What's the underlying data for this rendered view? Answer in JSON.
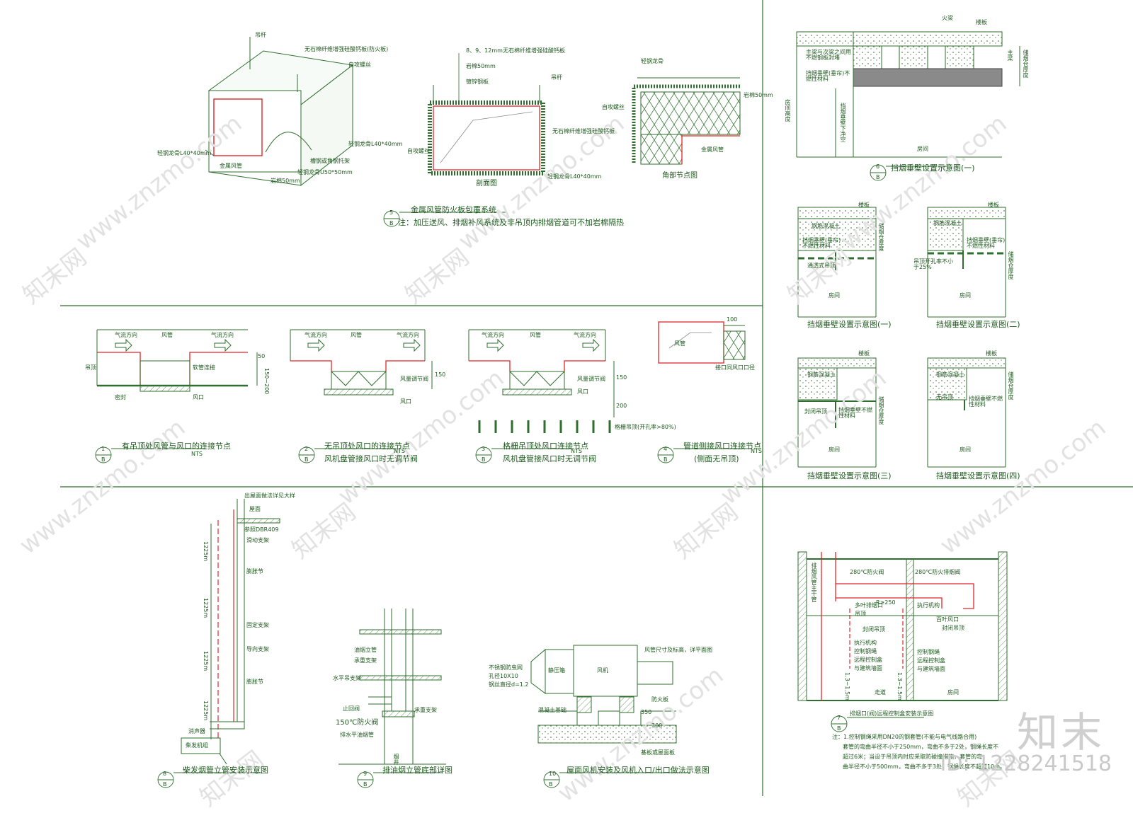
{
  "colors": {
    "line": "#2e6e2e",
    "accent": "#e0262b",
    "hatch": "#5a8a5a",
    "watermark": "#e0e0e0"
  },
  "d5": {
    "labels": [
      "吊杆",
      "无石棉纤维增强硅酸钙板(防火板)",
      "自攻螺丝",
      "轻钢龙骨L40*40mm",
      "轻钢龙骨L40*40mm",
      "金属风管",
      "槽钢或角钢托架",
      "轻钢龙骨U50*50mm",
      "岩棉50mm"
    ],
    "sect_labels": [
      "8、9、12mm无石棉纤维增强硅酸钙板",
      "岩棉50mm",
      "镀锌钢板",
      "吊杆",
      "自攻螺丝",
      "轻钢龙骨L40*40mm"
    ],
    "sect_title": "剖面图",
    "corner_labels": [
      "轻钢龙骨",
      "岩棉50mm",
      "自攻螺丝",
      "无石棉纤维增强硅酸钙板",
      "金属风管"
    ],
    "corner_title": "角部节点图",
    "num": "5",
    "sheet": "B",
    "title": "金属风管防火板包覆系统",
    "note": "注：加压送风、排烟补风系统及非吊顶内排烟管道可不加岩棉隔热"
  },
  "d6": {
    "labels": [
      "火梁",
      "楼板",
      "主梁与次梁之间用不燃钢板封堵",
      "挡烟垂壁(垂帘)不燃性材料",
      "房间高度",
      "挡烟垂壁下净空",
      "主梁",
      "储烟仓厚度",
      "房间"
    ],
    "num": "6",
    "sheet": "B",
    "title": "挡烟垂壁设置示意图(一)"
  },
  "smoke_small": [
    {
      "labels": [
        "楼板",
        "钢筋混凝土",
        "挡烟垂壁(垂帘)不燃性材料",
        "通透式吊顶",
        "储烟仓厚度",
        "房间"
      ],
      "title": "挡烟垂壁设置示意图(一)"
    },
    {
      "labels": [
        "楼板",
        "钢筋混凝土",
        "挡烟垂壁(垂帘)不燃性材料",
        "吊顶开孔率不小于25%",
        "储烟仓厚度",
        "房间"
      ],
      "title": "挡烟垂壁设置示意图(二)"
    },
    {
      "labels": [
        "楼板",
        "钢筋混凝土",
        "封闭吊顶",
        "挡烟垂壁不燃性材料",
        "储烟仓厚度",
        "房间"
      ],
      "title": "挡烟垂壁设置示意图(三)"
    },
    {
      "labels": [
        "楼板",
        "钢筋混凝土",
        "无吊顶",
        "挡烟垂壁不燃性材料",
        "储烟仓厚度",
        "房间"
      ],
      "title": "挡烟垂壁设置示意图(四)"
    }
  ],
  "d1": {
    "labels": [
      "气流方向",
      "风管",
      "气流方向",
      "吊顶",
      "软管连接",
      "密封",
      "风口",
      "50",
      "150~200"
    ],
    "num": "1",
    "sheet": "B",
    "title": "有吊顶处风管与风口的连接节点",
    "nts": "NTS"
  },
  "d2": {
    "labels": [
      "气流方向",
      "风管",
      "气流方向",
      "风量调节阀",
      "风口",
      "150"
    ],
    "num": "2",
    "sheet": "B",
    "title": "无吊顶处风口的连接节点",
    "title2": "风机盘管接风口时无调节阀",
    "nts": "NTS"
  },
  "d3": {
    "labels": [
      "气流方向",
      "风管",
      "气流方向",
      "风量调节阀",
      "风口",
      "150",
      "200",
      "格栅吊顶(开孔率>80%)"
    ],
    "num": "3",
    "sheet": "B",
    "title": "格栅吊顶处风口连接节点",
    "title2": "风机盘管接风口时无调节阀",
    "nts": "NTS"
  },
  "d4": {
    "labels": [
      "100",
      "风管",
      "接口同风口口径"
    ],
    "num": "4",
    "sheet": "B",
    "title": "管道侧接风口连接节点",
    "title2": "(侧面无吊顶)",
    "nts": "NTS"
  },
  "d8": {
    "labels": [
      "出屋面做法详见大样",
      "屋面",
      "参照DBR409",
      "滑动支架",
      "膨胀节",
      "固定支架",
      "导向支架",
      "膨胀节",
      "1225m",
      "1225m",
      "1225m",
      "1225m",
      "消声器",
      "柴发机组"
    ],
    "num": "8",
    "sheet": "B",
    "title": "柴发烟管立管安装示意图"
  },
  "d9": {
    "labels": [
      "油烟立管",
      "承重支架",
      "水平吊支架",
      "止回阀",
      "150℃防火阀",
      "排水平油烟管",
      "烟井",
      "承重支架"
    ],
    "num": "9",
    "sheet": "B",
    "title": "排油烟立管底部详图"
  },
  "d10": {
    "labels": [
      "风管尺寸及标高，详平面图",
      "不锈钢防虫网",
      "孔径10X10",
      "钢丝直径d=1.2",
      "静压箱",
      "风机",
      "防火板",
      "混凝土基础",
      "350",
      "300",
      "基板或屋面板"
    ],
    "num": "10",
    "sheet": "B",
    "title": "屋面风机安装及风机入口/出口做法示意图"
  },
  "d7": {
    "labels": [
      "排烟风管主干管",
      "280℃防火阀",
      "280℃防火排烟阀",
      "R≥250",
      "多叶排烟口",
      "吊顶",
      "执行机构",
      "百叶风口",
      "封闭吊顶",
      "封闭吊顶",
      "执行机构",
      "控制钢绳",
      "远程控制盒",
      "与建筑墙面",
      "走道",
      "房间",
      "1.3~1.5m",
      "1.3~1.5m",
      "控制钢绳",
      "远程控制盒",
      "与建筑墙面"
    ],
    "num": "7",
    "sheet": "B",
    "title": "排烟口(阀)远程控制盒安装示意图",
    "notes": [
      "注：1.控制钢绳采用DN20的钢套管(不能与电气线路合用)",
      "套管的弯曲半径不小于250mm，弯曲不多于2处，钢绳长度不",
      "超过6米；当设于吊顶内时应采取防碰撞措施，套管的弯",
      "曲半径不小于500mm，弯曲不多于3处，钢绳长度不超过10m。"
    ]
  },
  "watermark": {
    "site": "www.znzmo.com",
    "cn": "知末网",
    "logo": "知末",
    "id": "ID: 1228241518"
  }
}
